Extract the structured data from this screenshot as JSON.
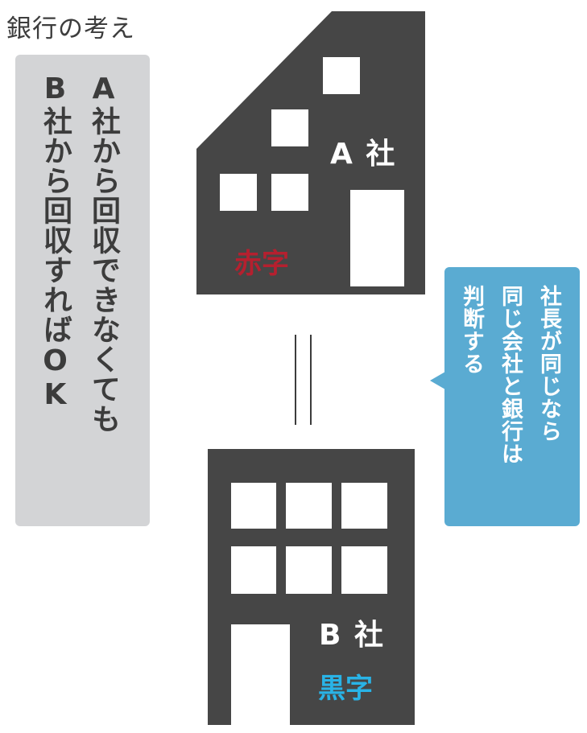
{
  "title": "銀行の考え",
  "bank_view": {
    "line1": "A社から回収できなくても",
    "line2": "B社から回収すればOK"
  },
  "company_a": {
    "name": "A 社",
    "status": "赤字",
    "status_color": "#b5202f"
  },
  "company_b": {
    "name": "B 社",
    "status": "黒字",
    "status_color": "#29b3e6"
  },
  "callout": {
    "line1": "社長が同じなら",
    "line2": "同じ会社と銀行は",
    "line3": "判断する"
  },
  "colors": {
    "building": "#464646",
    "grey_box": "#d3d4d6",
    "callout": "#5aabd2"
  },
  "icons": {
    "equals": "equals-sign"
  }
}
